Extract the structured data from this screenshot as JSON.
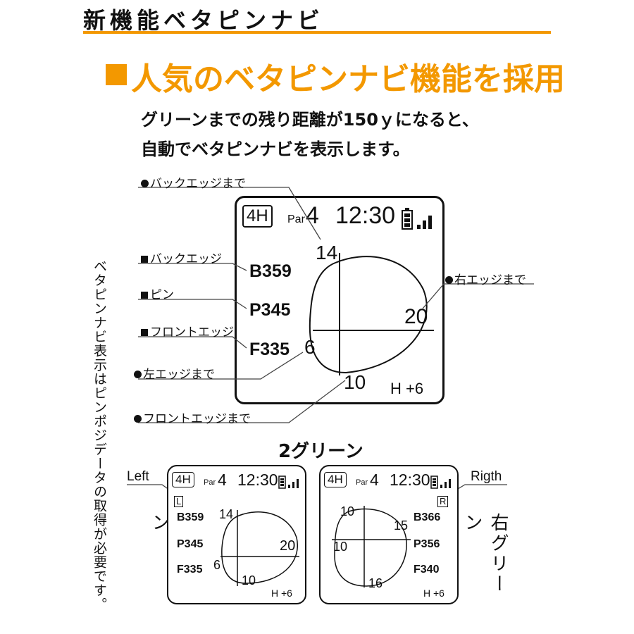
{
  "page": {
    "title": "新機能ベタピンナビ",
    "headline": "人気のベタピンナビ機能を採用",
    "subtitle_line1": "グリーンまでの残り距離が150ｙになると、",
    "subtitle_line2": "自動でベタピンナビを表示します。",
    "side_note": "ベタピンナビ表示はピンポジデータの取得が必要です。"
  },
  "main_device": {
    "hole": "4H",
    "par_label": "Par",
    "par": "4",
    "time": "12:30",
    "back": "B359",
    "pin": "P345",
    "front": "F335",
    "dist_back": "14",
    "dist_right": "20",
    "dist_left": "6",
    "dist_front": "10",
    "handicap": "H +6"
  },
  "callouts": {
    "to_back_edge": "バックエッジまで",
    "back_edge": "バックエッジ",
    "pin": "ピン",
    "front_edge": "フロントエッジ",
    "to_left_edge": "左エッジまで",
    "to_front_edge": "フロントエッジまで",
    "to_right_edge": "右エッジまで"
  },
  "two_green": {
    "title": "2グリーン",
    "left": {
      "tag": "Left",
      "letter": "L",
      "caption": "左グリーン",
      "hole": "4H",
      "par_label": "Par",
      "par": "4",
      "time": "12:30",
      "back": "B359",
      "pin": "P345",
      "front": "F335",
      "dist_back": "14",
      "dist_right": "20",
      "dist_left": "6",
      "dist_front": "10",
      "handicap": "H +6"
    },
    "right": {
      "tag": "Rigth",
      "letter": "R",
      "caption": "右グリーン",
      "hole": "4H",
      "par_label": "Par",
      "par": "4",
      "time": "12:30",
      "back": "B366",
      "pin": "P356",
      "front": "F340",
      "dist_back": "10",
      "dist_right": "15",
      "dist_left": "10",
      "dist_front": "16",
      "handicap": "H +6"
    }
  }
}
